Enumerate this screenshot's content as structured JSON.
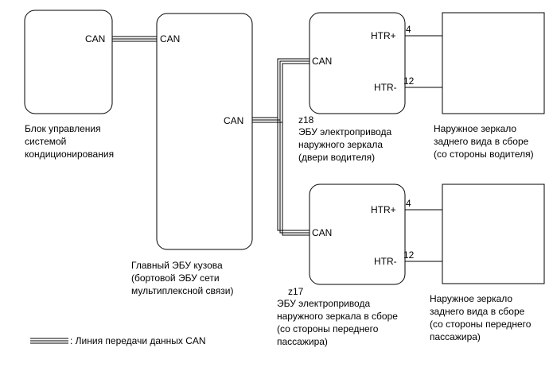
{
  "labels": {
    "can": "CAN",
    "htr_plus": "HTR+",
    "htr_minus": "HTR-",
    "pin_4": "4",
    "pin_12": "12"
  },
  "ac_unit": {
    "lines": [
      "Блок управления",
      "системой",
      "кондиционирования"
    ]
  },
  "main_body_ecu": {
    "lines": [
      "Главный ЭБУ кузова",
      "(бортовой ЭБУ сети",
      "мультиплексной связи)"
    ]
  },
  "driver_mirror_ecu": {
    "code": "z18",
    "lines": [
      "ЭБУ электропривода",
      "наружного зеркала",
      "(двери водителя)"
    ]
  },
  "passenger_mirror_ecu": {
    "code": "z17",
    "lines": [
      "ЭБУ электропривода",
      "наружного зеркала в сборе",
      "(со стороны переднего",
      "пассажира)"
    ]
  },
  "driver_mirror": {
    "lines": [
      "Наружное зеркало",
      "заднего вида в сборе",
      "(со стороны водителя)"
    ]
  },
  "passenger_mirror": {
    "lines": [
      "Наружное зеркало",
      "заднего вида в сборе",
      "(со стороны переднего",
      "пассажира)"
    ]
  },
  "legend": {
    "text": ": Линия передачи данных CAN"
  }
}
